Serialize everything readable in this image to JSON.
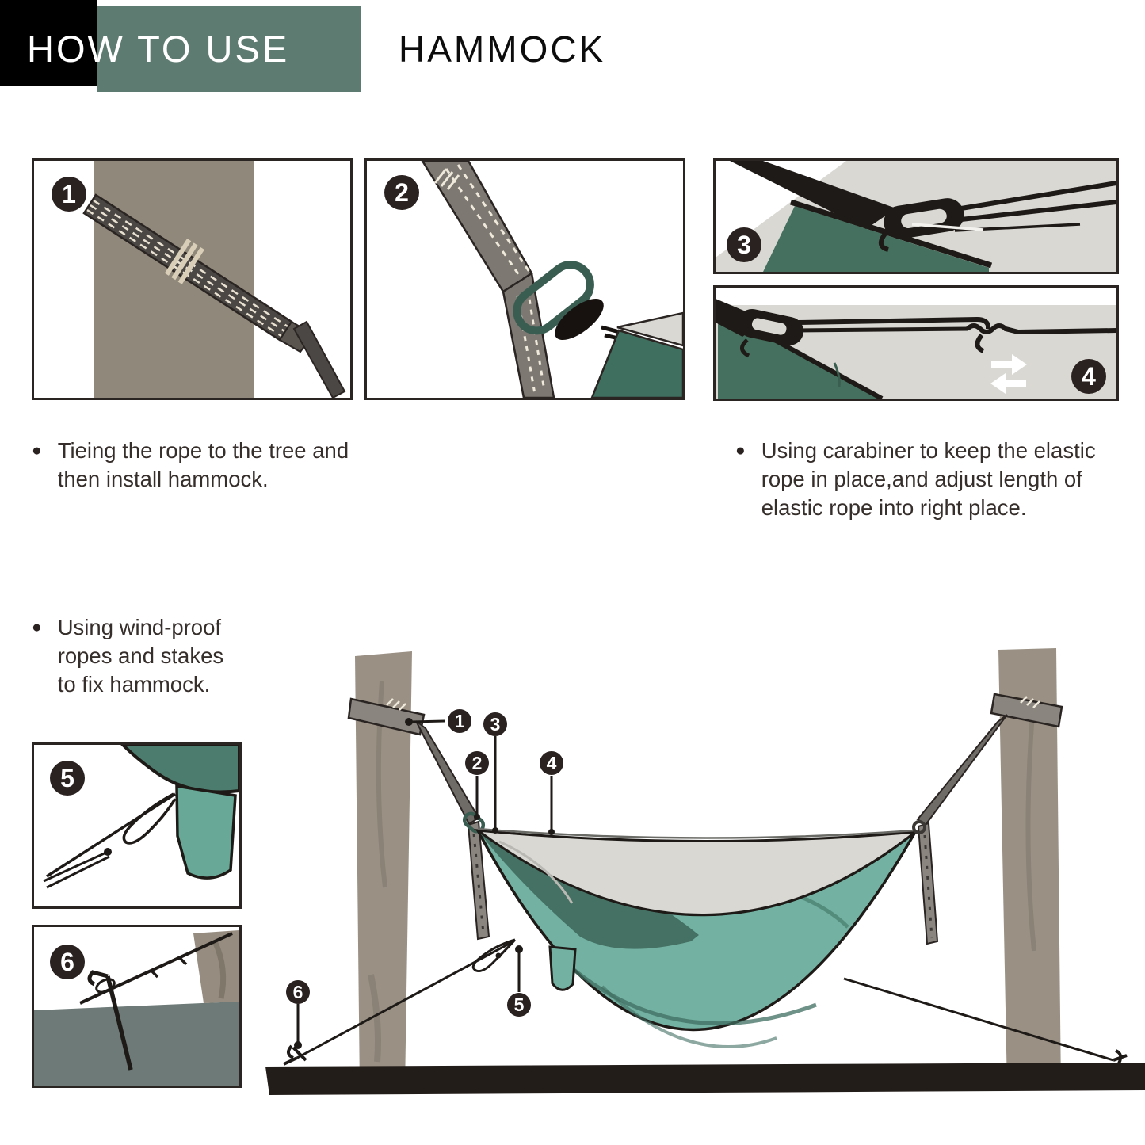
{
  "header": {
    "banner_label": "HOW TO USE",
    "product_title": "HAMMOCK"
  },
  "instructions": {
    "tie_rope": {
      "bullet": "●",
      "lines": [
        "Tieing the rope to the tree and",
        "then install hammock."
      ]
    },
    "carabiner": {
      "bullet": "●",
      "lines": [
        "Using carabiner to keep the elastic",
        "rope in place,and adjust length of",
        "elastic rope into right place."
      ]
    },
    "windproof": {
      "bullet": "●",
      "lines": [
        "Using wind-proof",
        "ropes and stakes",
        "to fix hammock."
      ]
    }
  },
  "step_panels": {
    "p1": "1",
    "p2": "2",
    "p3": "3",
    "p4": "4",
    "p5": "5",
    "p6": "6"
  },
  "diagram": {
    "callouts": {
      "c1": "1",
      "c2": "2",
      "c3": "3",
      "c4": "4",
      "c5": "5",
      "c6": "6"
    }
  },
  "colors": {
    "header_teal": "#5e7b72",
    "ink": "#2a2422",
    "text": "#362e2b",
    "hammock_teal": "#73b2a2",
    "hammock_dark_green": "#447163",
    "hammock_inner_gray": "#d9d8d3",
    "panel_green": "#3f6f5f",
    "tree_trunk": "#9a9184",
    "panel1_tree": "#90887a",
    "strap_gray": "#7d7871",
    "carabiner_teal": "#3a5d52",
    "ground_bar": "#231d1a",
    "panel6_ground": "#6d7a77",
    "badge_bg": "#2a2220",
    "badge_text": "#ffffff"
  }
}
